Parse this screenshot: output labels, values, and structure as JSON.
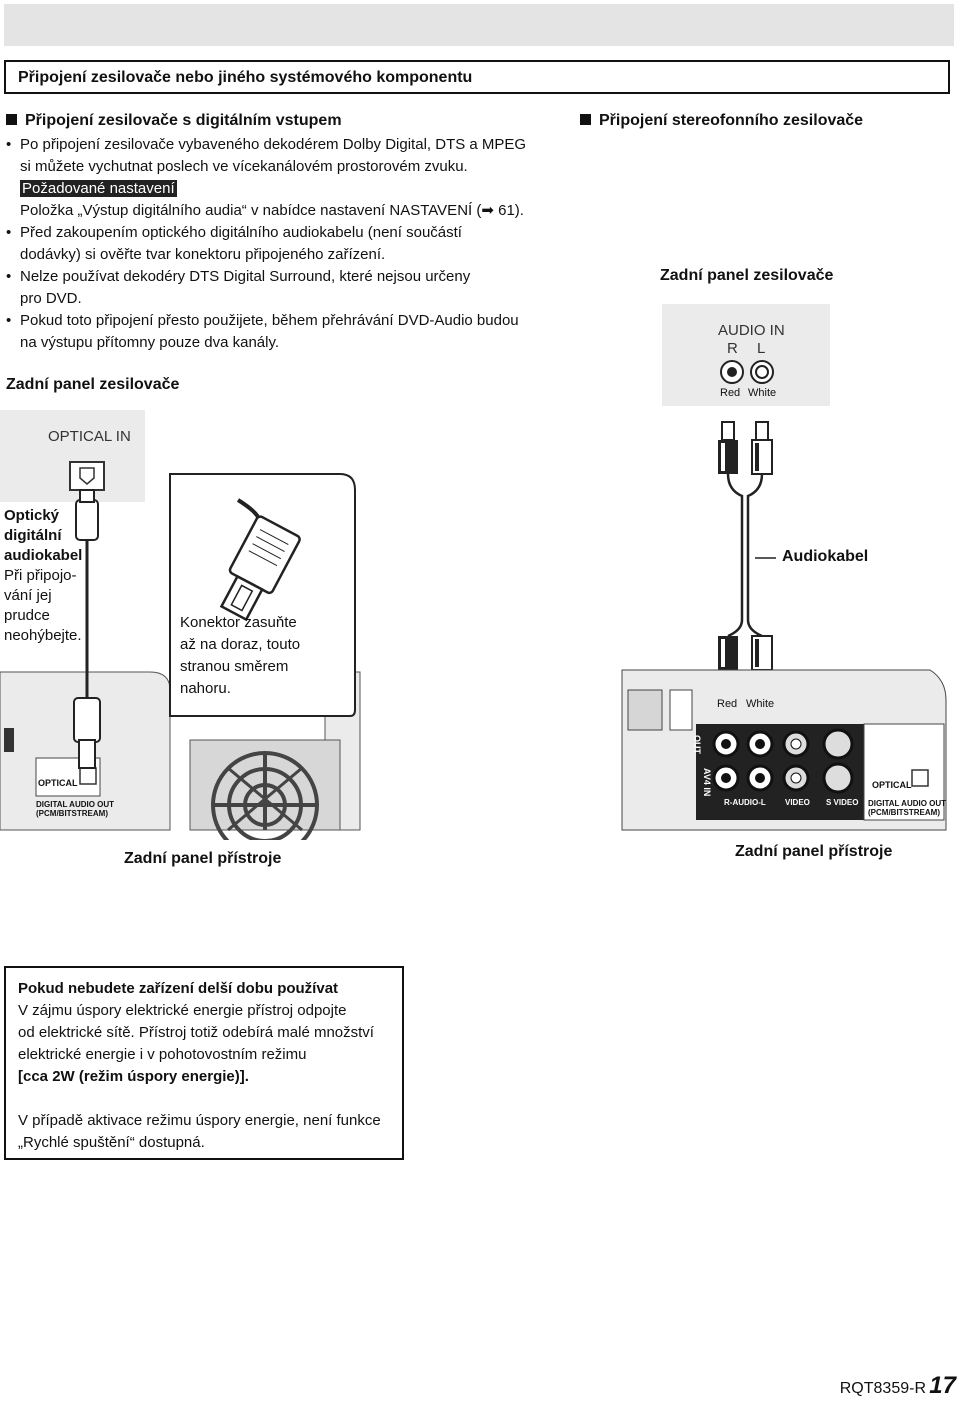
{
  "section_title": "Připojení zesilovače nebo jiného systémového komponentu",
  "left": {
    "heading": "Připojení zesilovače s digitálním vstupem",
    "bullet1_lines": [
      "Po připojení zesilovače vybaveného dekodérem Dolby Digital, DTS a MPEG",
      "si můžete vychutnat poslech ve vícekanálovém prostorovém zvuku."
    ],
    "required_label": "Požadované nastavení",
    "setting_text": "Položka „Výstup digitálního audia“ v nabídce nastavení NASTAVENÍ (",
    "setting_arrow": "➡",
    "setting_page": " 61).",
    "bullet2_lines": [
      "Před zakoupením optického digitálního audiokabelu (není součástí",
      "dodávky) si ověřte tvar konektoru připojeného zařízení."
    ],
    "bullet3_lines": [
      "Nelze používat dekodéry DTS Digital Surround, které nejsou určeny",
      "pro DVD."
    ],
    "bullet4_lines": [
      "Pokud toto připojení přesto použijete, během přehrávání DVD-Audio budou",
      "na výstupu přítomny pouze dva kanály."
    ],
    "amp_panel_label": "Zadní panel zesilovače",
    "optical_in": "OPTICAL IN",
    "cable_label_lines": [
      "Optický",
      "digitální",
      "audiokabel"
    ],
    "cable_note_lines": [
      "Při připojo-",
      "vání jej",
      "prudce",
      "neohýbejte."
    ],
    "connector_note_lines": [
      "Konektor zasuňte",
      "až na doraz, touto",
      "stranou směrem",
      "nahoru."
    ],
    "device_optical": "OPTICAL",
    "device_digital_out": "DIGITAL AUDIO OUT",
    "device_pcm": "(PCM/BITSTREAM)",
    "device_panel_label": "Zadní panel přístroje"
  },
  "right": {
    "heading": "Připojení stereofonního zesilovače",
    "amp_panel_label": "Zadní panel zesilovače",
    "audio_in": "AUDIO IN",
    "r": "R",
    "l": "L",
    "red": "Red",
    "white": "White",
    "cable_label": "Audiokabel",
    "red2": "Red",
    "white2": "White",
    "out": "OUT",
    "av4in": "AV4 IN",
    "r_audio_l": "R-AUDIO-L",
    "video": "VIDEO",
    "s_video": "S VIDEO",
    "optical": "OPTICAL",
    "digital_out": "DIGITAL AUDIO OUT",
    "pcm": "(PCM/BITSTREAM)",
    "device_panel_label": "Zadní panel přístroje"
  },
  "notice": {
    "title": "Pokud nebudete zařízení delší dobu používat",
    "lines": [
      "V zájmu úspory elektrické energie přístroj odpojte",
      "od elektrické sítě. Přístroj totiž odebírá malé množství",
      "elektrické energie i v pohotovostním režimu"
    ],
    "bold_line": "[cca 2W (režim úspory energie)].",
    "para2_lines": [
      "V případě aktivace režimu úspory energie, není funkce",
      "„Rychlé spuštění“ dostupná."
    ]
  },
  "footer": {
    "code": "RQT8359-R",
    "page": "17"
  }
}
